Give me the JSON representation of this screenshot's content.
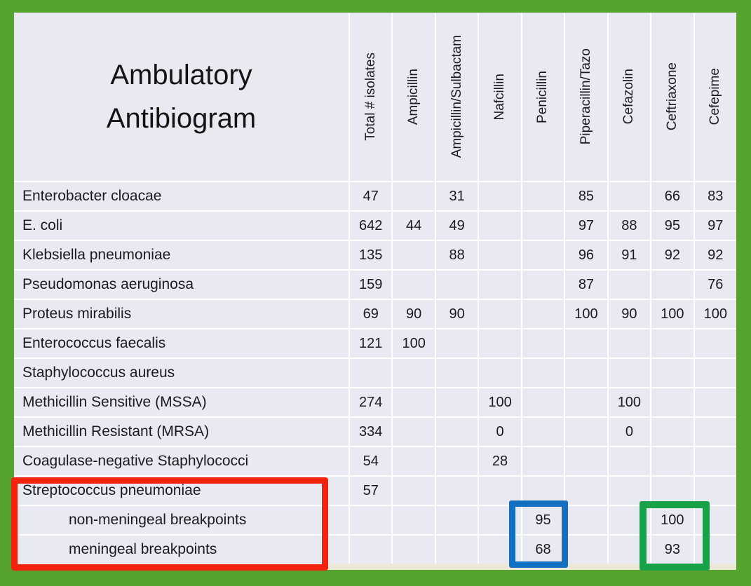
{
  "chart_data": {
    "type": "table",
    "title": "Ambulatory Antibiogram",
    "columns": [
      "Total # isolates",
      "Ampicillin",
      "Ampicillin/Sulbactam",
      "Nafcillin",
      "Penicillin",
      "Piperacillin/Tazo",
      "Cefazolin",
      "Ceftriaxone",
      "Cefepime"
    ],
    "rows": [
      {
        "name": "Enterobacter cloacae",
        "indent": false,
        "values": [
          "47",
          "",
          "31",
          "",
          "",
          "85",
          "",
          "66",
          "83"
        ]
      },
      {
        "name": "E. coli",
        "indent": false,
        "values": [
          "642",
          "44",
          "49",
          "",
          "",
          "97",
          "88",
          "95",
          "97"
        ]
      },
      {
        "name": "Klebsiella pneumoniae",
        "indent": false,
        "values": [
          "135",
          "",
          "88",
          "",
          "",
          "96",
          "91",
          "92",
          "92"
        ]
      },
      {
        "name": "Pseudomonas aeruginosa",
        "indent": false,
        "values": [
          "159",
          "",
          "",
          "",
          "",
          "87",
          "",
          "",
          "76"
        ]
      },
      {
        "name": "Proteus mirabilis",
        "indent": false,
        "values": [
          "69",
          "90",
          "90",
          "",
          "",
          "100",
          "90",
          "100",
          "100"
        ]
      },
      {
        "name": "Enterococcus faecalis",
        "indent": false,
        "values": [
          "121",
          "100",
          "",
          "",
          "",
          "",
          "",
          "",
          ""
        ]
      },
      {
        "name": "Staphylococcus aureus",
        "indent": false,
        "values": [
          "",
          "",
          "",
          "",
          "",
          "",
          "",
          "",
          ""
        ]
      },
      {
        "name": "Methicillin Sensitive (MSSA)",
        "indent": false,
        "values": [
          "274",
          "",
          "",
          "100",
          "",
          "",
          "100",
          "",
          ""
        ]
      },
      {
        "name": "Methicillin Resistant (MRSA)",
        "indent": false,
        "values": [
          "334",
          "",
          "",
          "0",
          "",
          "",
          "0",
          "",
          ""
        ]
      },
      {
        "name": "Coagulase-negative Staphylococci",
        "indent": false,
        "values": [
          "54",
          "",
          "",
          "28",
          "",
          "",
          "",
          "",
          ""
        ]
      },
      {
        "name": "Streptococcus pneumoniae",
        "indent": false,
        "values": [
          "57",
          "",
          "",
          "",
          "",
          "",
          "",
          "",
          ""
        ]
      },
      {
        "name": "non-meningeal breakpoints",
        "indent": true,
        "values": [
          "",
          "",
          "",
          "",
          "95",
          "",
          "",
          "100",
          ""
        ]
      },
      {
        "name": "meningeal breakpoints",
        "indent": true,
        "values": [
          "",
          "",
          "",
          "",
          "68",
          "",
          "",
          "93",
          ""
        ]
      }
    ],
    "layout_hints": {
      "header_orientation": "vertical-bottom-to-top",
      "grid": "white separators on light lavender cells"
    }
  },
  "annotations": {
    "red_box_rows": [
      "Streptococcus pneumoniae",
      "non-meningeal breakpoints",
      "meningeal breakpoints"
    ],
    "blue_box_column": "Penicillin",
    "blue_box_values": [
      "95",
      "68"
    ],
    "green_box_column": "Ceftriaxone",
    "green_box_values": [
      "100",
      "93"
    ]
  },
  "colors": {
    "frame_green": "#57a32f",
    "cell_background": "#e9eaf1",
    "separator": "#ffffff",
    "cream_strip": "#eee8d8",
    "red_box": "#f42310",
    "blue_box": "#146fc0",
    "green_box": "#17a24a",
    "text": "#1a1a20"
  }
}
